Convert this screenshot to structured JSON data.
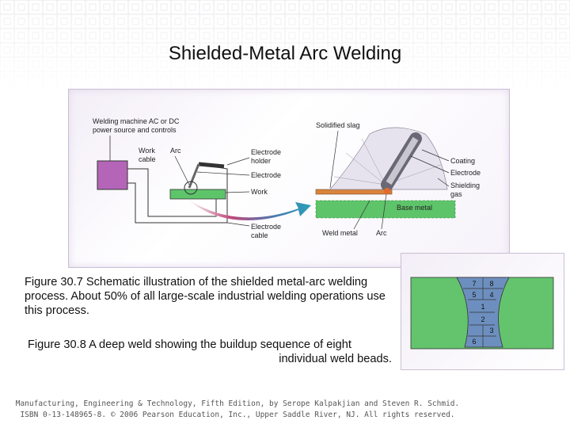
{
  "title": "Shielded-Metal Arc Welding",
  "figure1": {
    "labels": {
      "machine": "Welding machine AC or DC",
      "machine2": "power source and controls",
      "work_cable": "Work",
      "work_cable2": "cable",
      "arc": "Arc",
      "electrode_holder": "Electrode",
      "electrode_holder2": "holder",
      "electrode": "Electrode",
      "work": "Work",
      "electrode_cable": "Electrode",
      "electrode_cable2": "cable",
      "solidified_slag": "Solidified slag",
      "coating": "Coating",
      "electrode_r": "Electrode",
      "shielding_gas": "Shielding",
      "shielding_gas2": "gas",
      "base_metal": "Base metal",
      "weld_metal": "Weld metal",
      "arc_r": "Arc"
    },
    "colors": {
      "machine": "#b565b8",
      "work": "#5ec46a",
      "slag": "#d9843c"
    }
  },
  "caption1": "Figure 30.7 Schematic illustration of the shielded metal-arc welding process. About 50% of all large-scale industrial welding operations use this process.",
  "caption2_line1": "Figure 30.8 A deep weld showing the buildup sequence of eight",
  "caption2_line2": "individual weld beads.",
  "figure2": {
    "beads": [
      "7",
      "8",
      "5",
      "4",
      "1",
      "2",
      "3",
      "6"
    ],
    "colors": {
      "plate": "#63c46d",
      "weld": "#6d8fbf"
    }
  },
  "footer_line1": "Manufacturing, Engineering & Technology, Fifth Edition, by Serope Kalpakjian and Steven R. Schmid.",
  "footer_line2": "ISBN 0-13-148965-8. © 2006 Pearson Education, Inc., Upper Saddle River, NJ. All rights reserved."
}
